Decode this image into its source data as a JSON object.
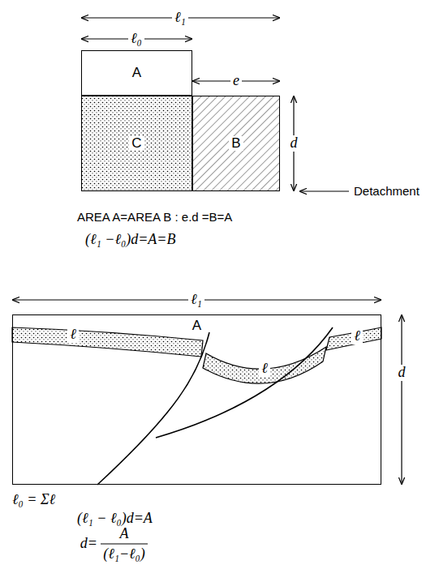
{
  "diagram": {
    "nodes": [
      {
        "text": [
          "A"
        ]
      },
      {
        "text": [
          "C"
        ]
      },
      {
        "text": [
          "B"
        ]
      },
      {
        "text": [
          "A"
        ]
      }
    ],
    "labels": [
      "ℓ₁",
      "ℓ₀",
      "e",
      "d",
      "Detachment",
      "AREA A=AREA B : e.d =B=A",
      "(ℓ₁ −ℓ₀)d=A=B",
      "ℓ₁",
      "d",
      "ℓ",
      "ℓ",
      "ℓ",
      "ℓ₀ = Σℓ",
      "(ℓ₁ − ℓ₀)d=A",
      "d=",
      "A",
      "(ℓ₁−ℓ₀)"
    ]
  }
}
